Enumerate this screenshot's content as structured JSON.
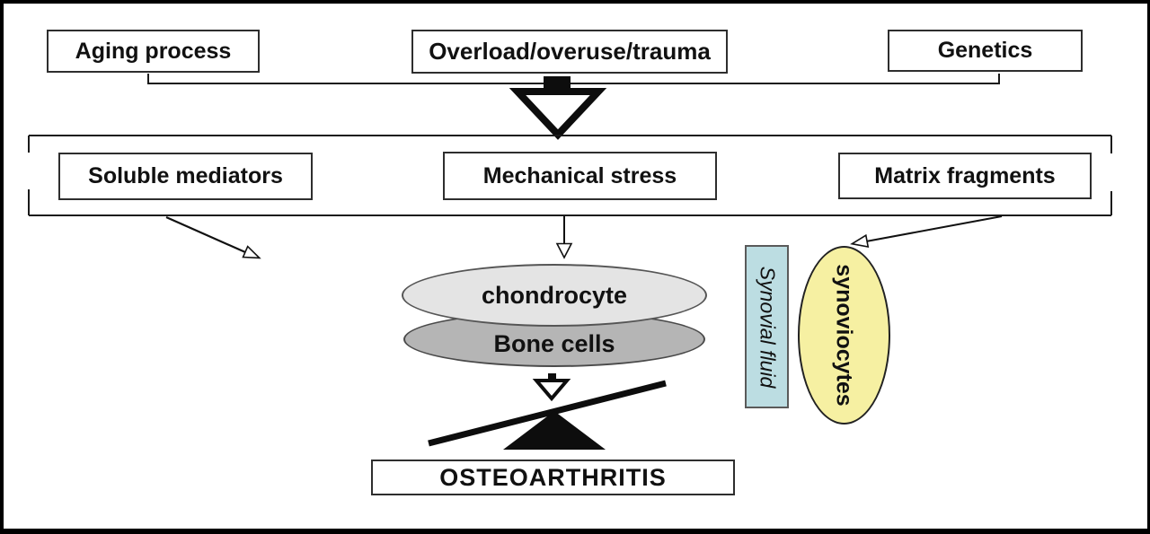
{
  "top_row": {
    "aging": "Aging process",
    "overload": "Overload/overuse/trauma",
    "genetics": "Genetics"
  },
  "mediators_row": {
    "soluble": "Soluble mediators",
    "mechanical": "Mechanical stress",
    "matrix": "Matrix fragments"
  },
  "cells": {
    "chondrocyte_label": "chondrocyte",
    "chondrocyte_color": "#e4e4e4",
    "bone_cells_label": "Bone cells",
    "bone_cells_color": "#b5b5b5"
  },
  "synovium": {
    "fluid_label": "Synovial fluid",
    "fluid_color": "#bcdde2",
    "synoviocytes_label": "synoviocytes",
    "synoviocytes_color": "#f6f0a2"
  },
  "outcome": {
    "label": "OSTEOARTHRITIS"
  }
}
